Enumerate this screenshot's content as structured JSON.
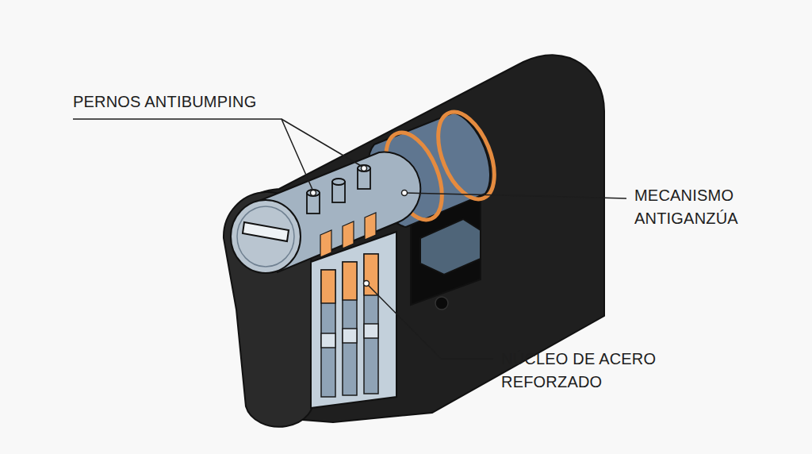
{
  "diagram": {
    "labels": [
      "PERNOS ANTIBUMPING",
      "MECANISMO ANTIGANZÚA",
      "NÚCLEO DE ACERO REFORZADO"
    ]
  }
}
